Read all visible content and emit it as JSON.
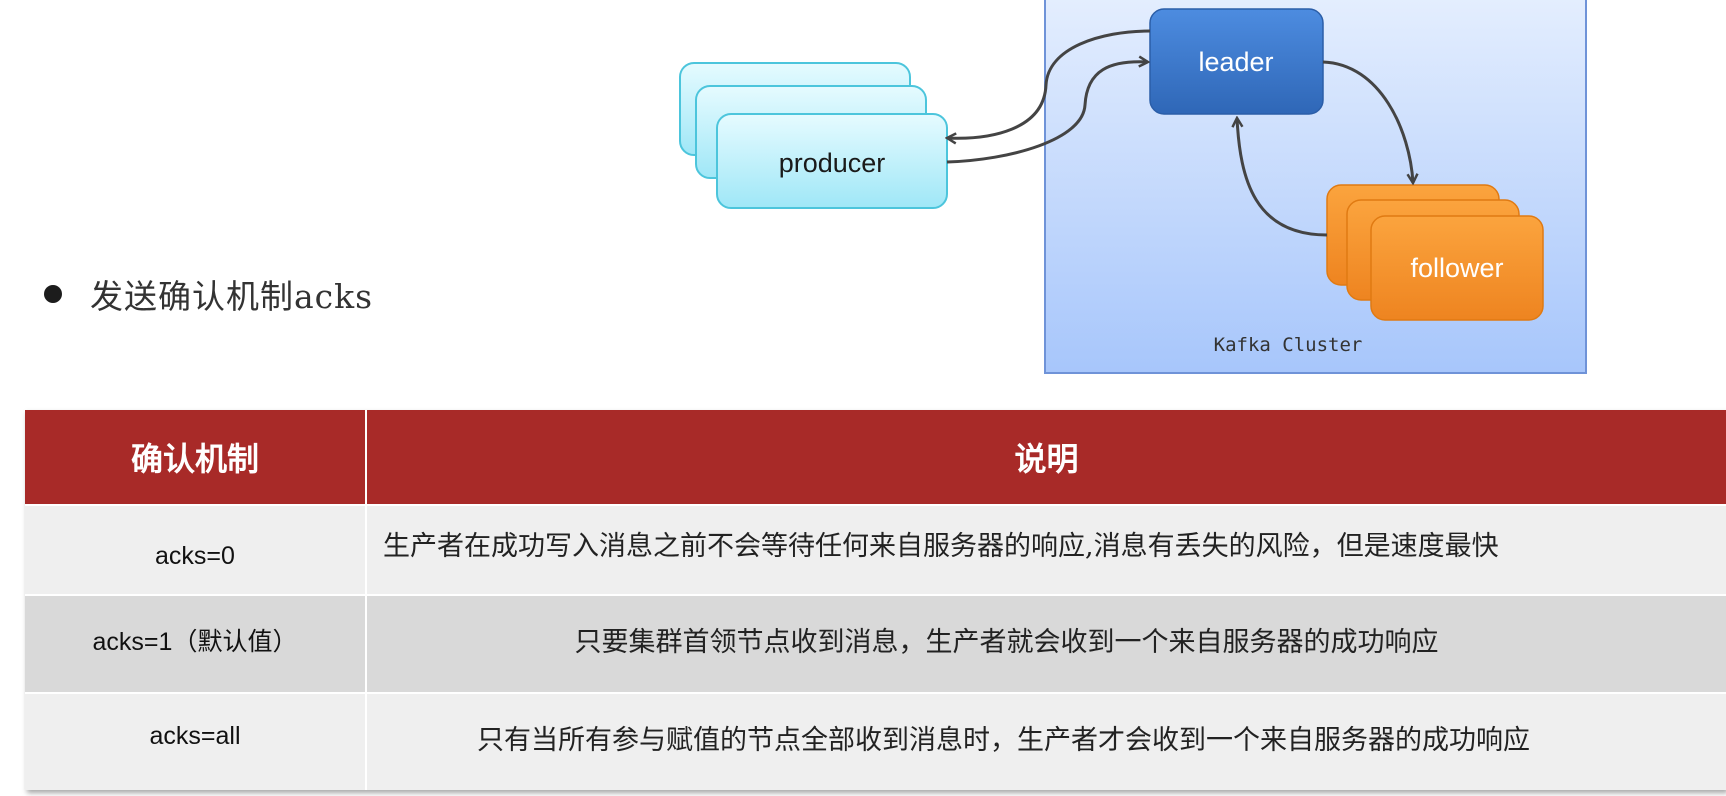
{
  "diagram": {
    "producer_label": "producer",
    "leader_label": "leader",
    "follower_label": "follower",
    "cluster_label": "Kafka Cluster"
  },
  "section": {
    "bullet_text": "发送确认机制acks"
  },
  "table": {
    "headers": [
      "确认机制",
      "说明"
    ],
    "rows": [
      {
        "mechanism": "acks=0",
        "description": "生产者在成功写入消息之前不会等待任何来自服务器的响应,消息有丢失的风险，但是速度最快"
      },
      {
        "mechanism": "acks=1（默认值）",
        "description": "只要集群首领节点收到消息，生产者就会收到一个来自服务器的成功响应"
      },
      {
        "mechanism": "acks=all",
        "description": "只有当所有参与赋值的节点全部收到消息时，生产者才会收到一个来自服务器的成功响应"
      }
    ]
  },
  "colors": {
    "header_bg": "#a82a28",
    "leader_fill": "#3f7ccf",
    "follower_fill": "#f7962e",
    "producer_fill": "#bdf0fb",
    "cluster_fill": "#c4d8fc"
  }
}
